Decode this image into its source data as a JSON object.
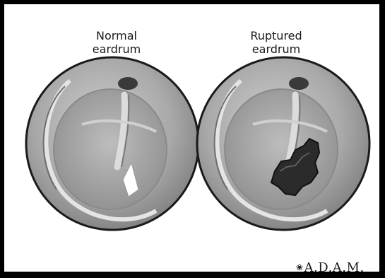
{
  "labels": {
    "normal": {
      "line1": "Normal",
      "line2": "eardrum"
    },
    "ruptured": {
      "line1": "Ruptured",
      "line2": "eardrum"
    }
  },
  "logo": {
    "text": "A.D.A.M.",
    "icon": "adam-figure-icon"
  },
  "colors": {
    "drum_fill": "#b3b3b3",
    "ring_light": "#d9d9d9",
    "outline": "#1a1a1a",
    "perforation": "#2b2b2b",
    "highlight": "#ffffff"
  }
}
